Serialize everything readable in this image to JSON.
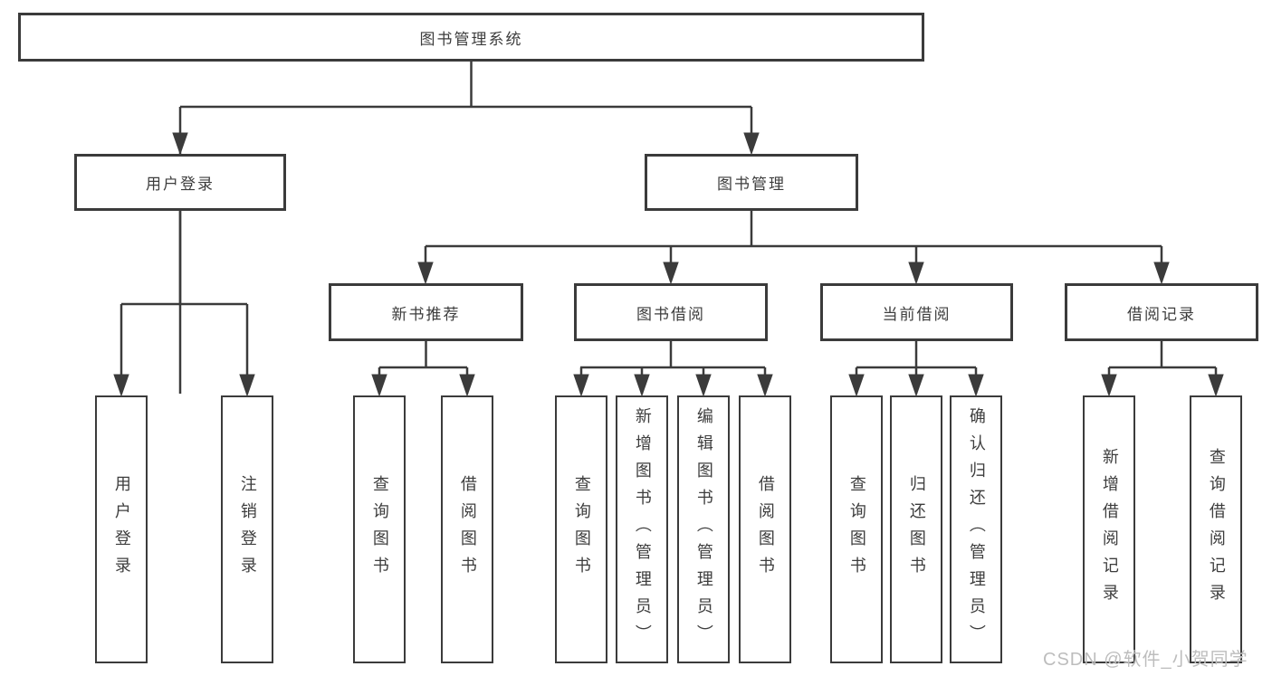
{
  "diagram": {
    "root": {
      "label": "图书管理系统"
    },
    "level2": [
      {
        "label": "用户登录"
      },
      {
        "label": "图书管理"
      }
    ],
    "level3": [
      {
        "label": "新书推荐"
      },
      {
        "label": "图书借阅"
      },
      {
        "label": "当前借阅"
      },
      {
        "label": "借阅记录"
      }
    ],
    "leaves": {
      "login": [
        {
          "label": "用户登录"
        },
        {
          "label": "注销登录"
        }
      ],
      "recommend": [
        {
          "label": "查询图书"
        },
        {
          "label": "借阅图书"
        }
      ],
      "borrow": [
        {
          "label": "查询图书"
        },
        {
          "label": "新增图书（管理员）"
        },
        {
          "label": "编辑图书（管理员）"
        },
        {
          "label": "借阅图书"
        }
      ],
      "current": [
        {
          "label": "查询图书"
        },
        {
          "label": "归还图书"
        },
        {
          "label": "确认归还（管理员）"
        }
      ],
      "records": [
        {
          "label": "新增借阅记录"
        },
        {
          "label": "查询借阅记录"
        }
      ]
    }
  },
  "watermark": {
    "text": "CSDN @软件_小贺同学"
  },
  "colors": {
    "line": "#3b3b3b",
    "text": "#3d3d3d",
    "watermark": "#bdbdbd",
    "background": "#ffffff"
  }
}
